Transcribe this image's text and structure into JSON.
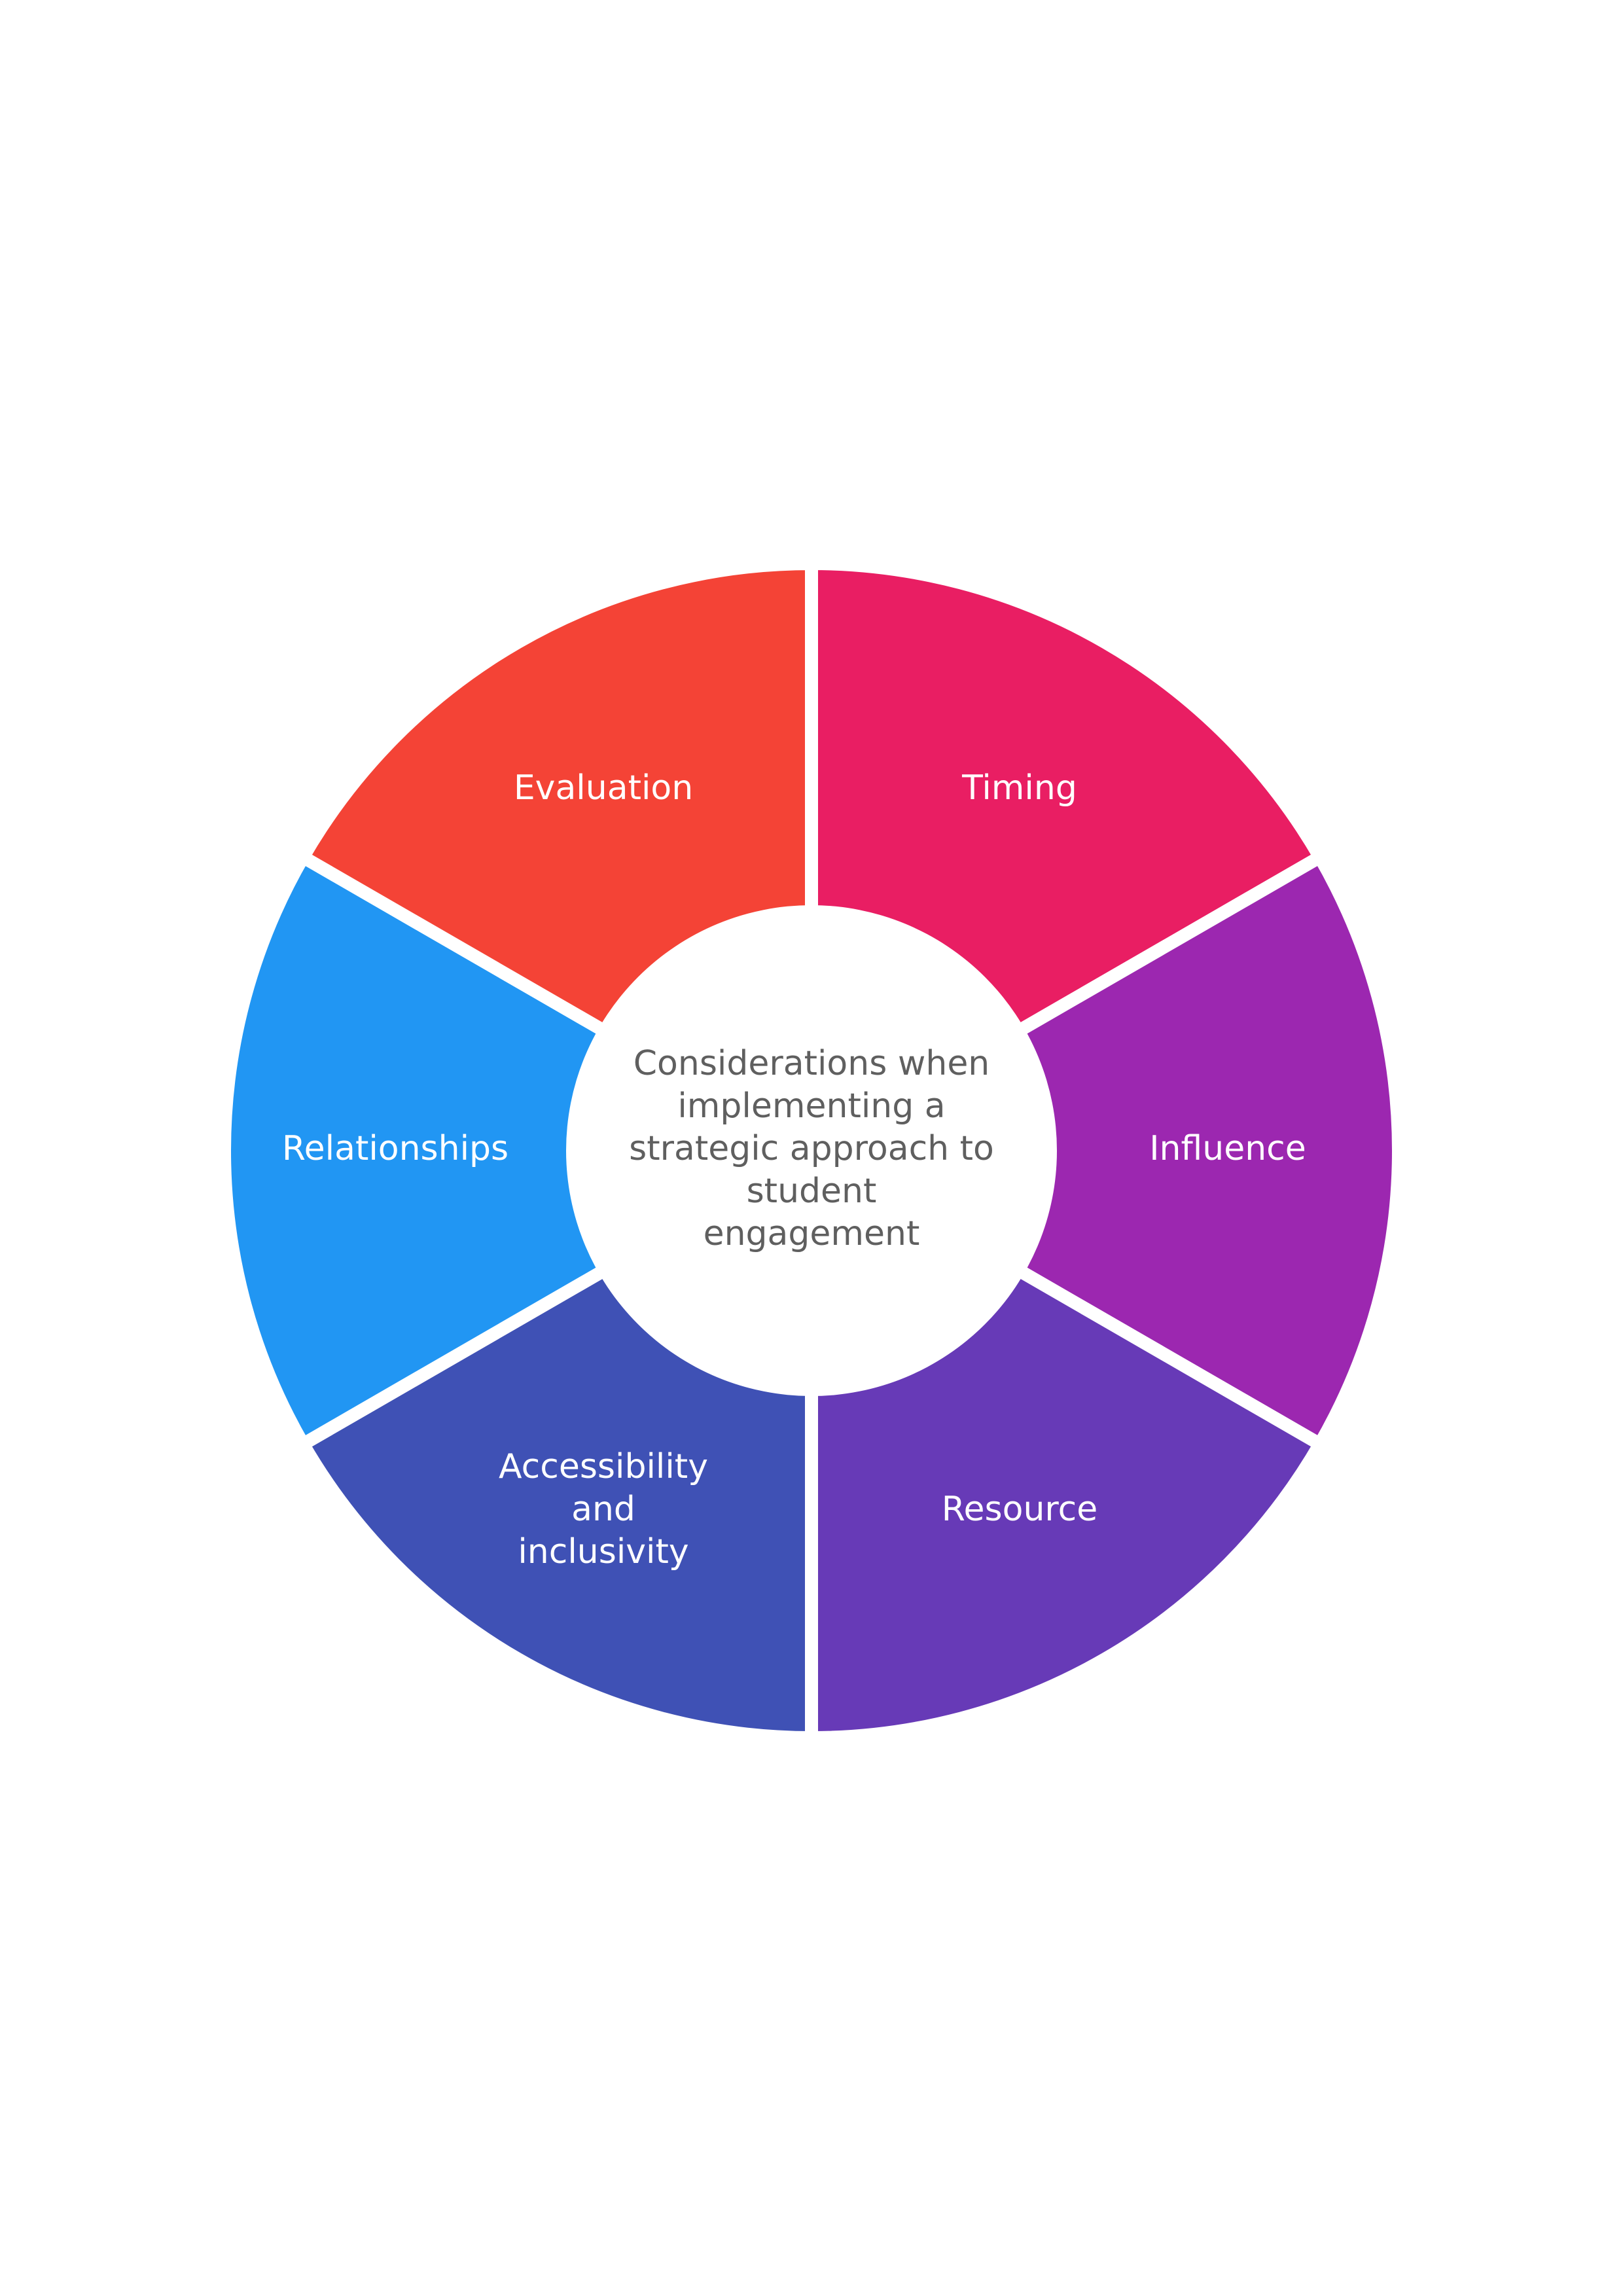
{
  "diagram": {
    "center_text": [
      "Considerations when",
      "implementing a",
      "strategic approach to",
      "student",
      "engagement"
    ],
    "segments": [
      {
        "id": "timing",
        "label_lines": [
          "Timing"
        ],
        "color": "#E91E63"
      },
      {
        "id": "influence",
        "label_lines": [
          "Influence"
        ],
        "color": "#9C27B0"
      },
      {
        "id": "resource",
        "label_lines": [
          "Resource"
        ],
        "color": "#673AB7"
      },
      {
        "id": "accessibility-and-inclusivity",
        "label_lines": [
          "Accessibility",
          "and",
          "inclusivity"
        ],
        "color": "#3F51B5"
      },
      {
        "id": "relationships",
        "label_lines": [
          "Relationships"
        ],
        "color": "#2196F3"
      },
      {
        "id": "evaluation",
        "label_lines": [
          "Evaluation"
        ],
        "color": "#F44336"
      }
    ],
    "colors": {
      "background": "#FFFFFF",
      "center_text": "#5F5F5F",
      "label_text": "#FFFFFF"
    }
  }
}
